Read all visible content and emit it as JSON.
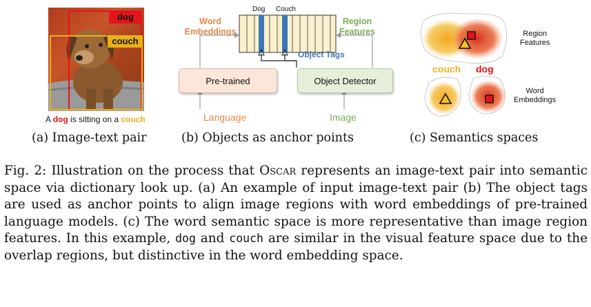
{
  "panel_a": {
    "tag_dog": "dog",
    "tag_couch": "couch",
    "sentence_prefix": "A ",
    "sentence_dog": "dog",
    "sentence_middle": " is sitting on a ",
    "sentence_couch": "couch",
    "subcaption": "(a) Image-text pair",
    "colors": {
      "dog": "#e3141b",
      "couch": "#e8b11a"
    }
  },
  "panel_b": {
    "word_embeddings_line1": "Word",
    "word_embeddings_line2": "Embeddings",
    "region_features_line1": "Region",
    "region_features_line2": "Features",
    "token_dog": "Dog",
    "token_couch": "Couch",
    "object_tags": "Object Tags",
    "pretrained": "Pre-trained",
    "object_detector": "Object Detector",
    "language": "Language",
    "image": "Image",
    "subcaption": "(b) Objects as anchor points",
    "colors": {
      "orange": "#e0894d",
      "green": "#7aab55",
      "blue": "#3c78b8"
    }
  },
  "panel_c": {
    "region_features_line1": "Region",
    "region_features_line2": "Features",
    "word_embeddings_line1": "Word",
    "word_embeddings_line2": "Embeddings",
    "couch": "couch",
    "dog": "dog",
    "subcaption": "(c) Semantics spaces"
  },
  "caption": {
    "prefix": "Fig. 2: Illustration on the process that ",
    "oscar": "Oscar",
    "part1": " represents an image-text pair into semantic space via dictionary look up. (a) An example of input image-text pair (b) The object tags are used as anchor points to align image regions with word embeddings of pre-trained language models. (c) The word semantic space is more representative than image region features. In this example, ",
    "dog": "dog",
    "and": " and ",
    "couch": "couch",
    "part2": " are similar in the visual feature space due to the overlap regions, but distinctive in the word embedding space."
  }
}
